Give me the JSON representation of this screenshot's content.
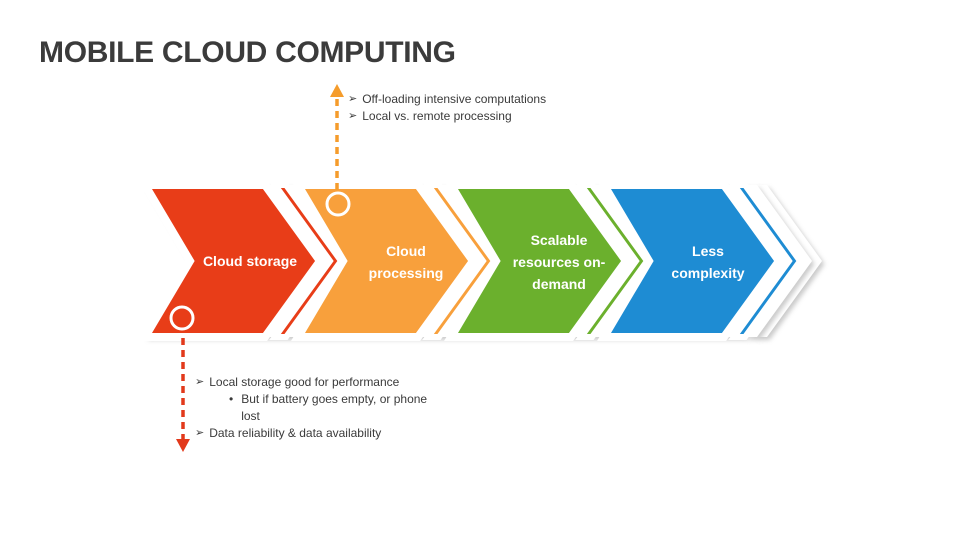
{
  "title": "MOBILE CLOUD COMPUTING",
  "chevrons": [
    {
      "name": "Cloud storage",
      "color": "#E83D18",
      "lines": [
        "Cloud storage"
      ]
    },
    {
      "name": "Cloud processing",
      "color": "#F8A03C",
      "lines": [
        "Cloud",
        "processing"
      ]
    },
    {
      "name": "Scalable resources on-demand",
      "color": "#6BB02D",
      "lines": [
        "Scalable",
        "resources on-",
        "demand"
      ]
    },
    {
      "name": "Less complexity",
      "color": "#1E8CD3",
      "lines": [
        "Less",
        "complexity"
      ]
    }
  ],
  "callouts": {
    "top": {
      "bullet": "➢",
      "arrow_color": "#F59C2B",
      "items": [
        "Off-loading intensive computations",
        "Local vs. remote processing"
      ]
    },
    "bottom": {
      "bullet": "➢",
      "sub_bullet": "•",
      "arrow_color": "#E2391B",
      "items": [
        "Local storage good for performance",
        "But if battery goes empty, or phone lost",
        "Data reliability & data availability"
      ]
    }
  }
}
